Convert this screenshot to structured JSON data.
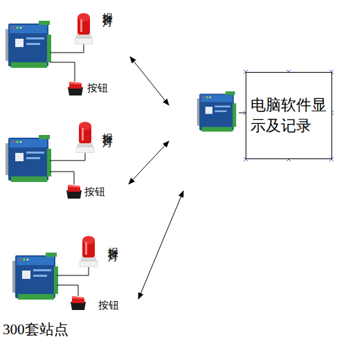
{
  "diagram": {
    "nodes": [
      {
        "text": [
          "电脑软件显示及记录"
        ]
      }
    ],
    "labels": [
      "报警灯",
      "按钮",
      "报警灯",
      "按钮",
      "报警灯",
      "按钮",
      "300套站点"
    ]
  }
}
